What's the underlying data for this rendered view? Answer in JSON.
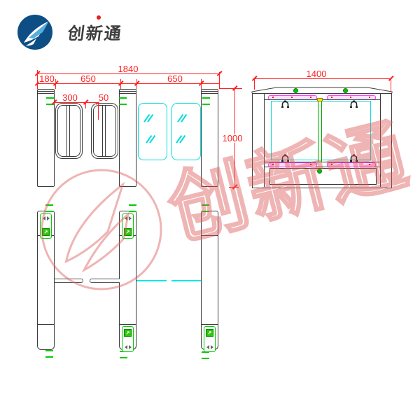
{
  "logo": {
    "company": "创新通"
  },
  "watermark": {
    "text": "创新通"
  },
  "plan_view": {
    "dim_total": "1840",
    "dim_cabinet": "180",
    "dim_lane_left": "650",
    "dim_lane_right": "650",
    "dim_arm": "300",
    "dim_gap": "50"
  },
  "side_view": {
    "dim_width": "1400",
    "dim_height": "1000"
  },
  "colors": {
    "dimension_red": "#ff2222",
    "drawing_line": "#3c3c3c",
    "glass_cyan": "#00dcdc",
    "indicator_green": "#00cc00",
    "led_strip_magenta": "#ff3dff",
    "logo_blue": "#0d4e85",
    "watermark_red": "#dd5a5a"
  },
  "icons": {
    "logo_swoosh": "arrow-swoosh",
    "reader_arrows": "bidirectional-arrows",
    "card_swipe": "diagonal-arrow"
  }
}
